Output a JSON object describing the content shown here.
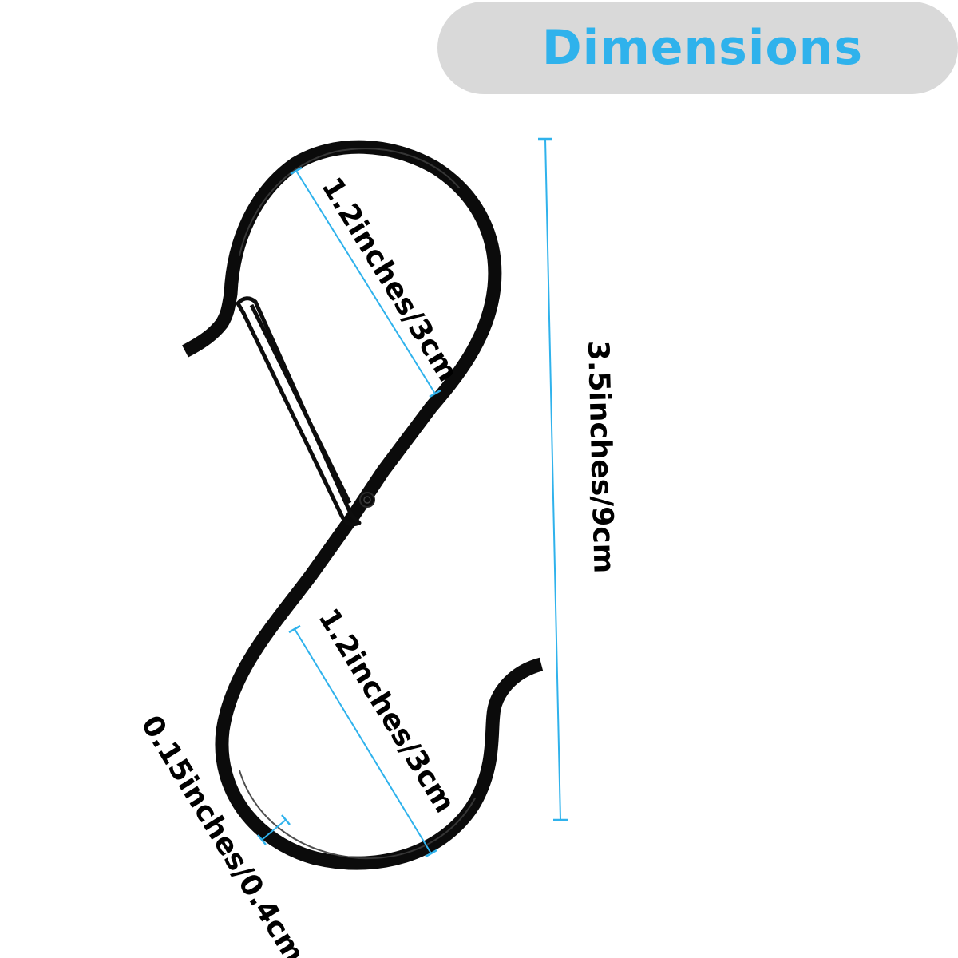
{
  "header": {
    "title": "Dimensions"
  },
  "dimensions": {
    "top_loop_diameter": "1.2inches/3cm",
    "bottom_loop_diameter": "1.2inches/3cm",
    "total_length": "3.5inches/9cm",
    "wire_thickness": "0.15inches/0.4cm"
  },
  "colors": {
    "accent": "#2fb2ec",
    "pill_background": "#d9d9d9",
    "hook": "#0b0b0b",
    "label_text": "#000000"
  }
}
